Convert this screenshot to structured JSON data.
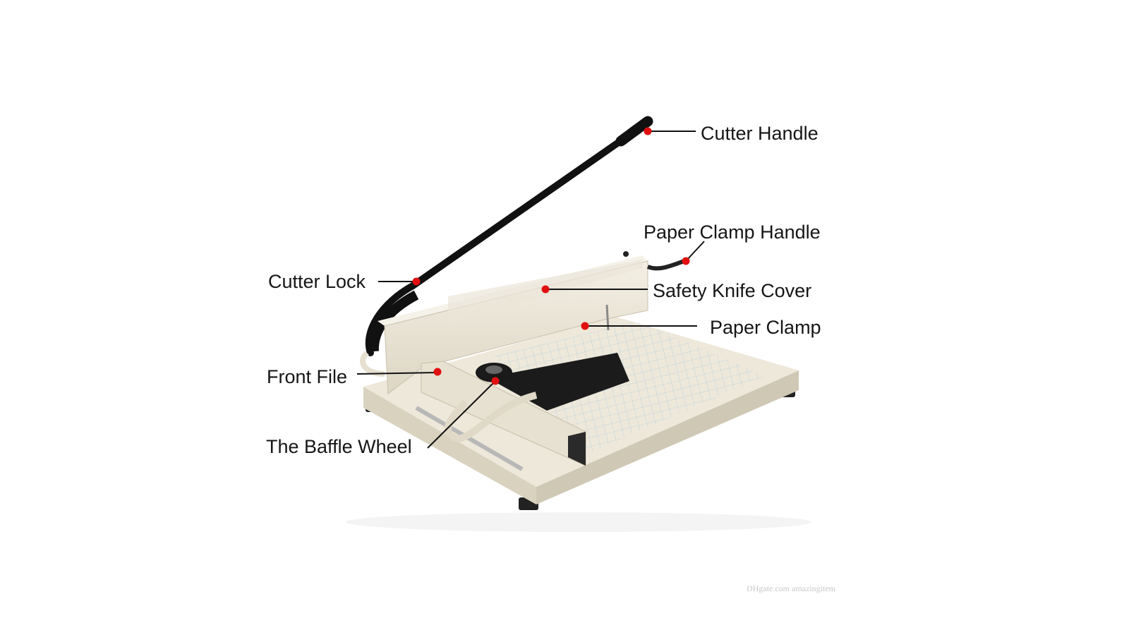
{
  "title": "Paper cutter parts diagram",
  "labels": {
    "cutter_handle": "Cutter Handle",
    "paper_clamp_handle": "Paper Clamp Handle",
    "cutter_lock": "Cutter Lock",
    "safety_knife_cover": "Safety Knife Cover",
    "paper_clamp": "Paper Clamp",
    "front_file": "Front File",
    "baffle_wheel": "The Baffle Wheel"
  },
  "watermark": {
    "logo": "DHgate.com",
    "store": "amazingitem"
  },
  "colors": {
    "marker": "#e01010",
    "body": "#ece6d6",
    "metal_dark": "#151515",
    "grid": "#b9cfe0"
  }
}
